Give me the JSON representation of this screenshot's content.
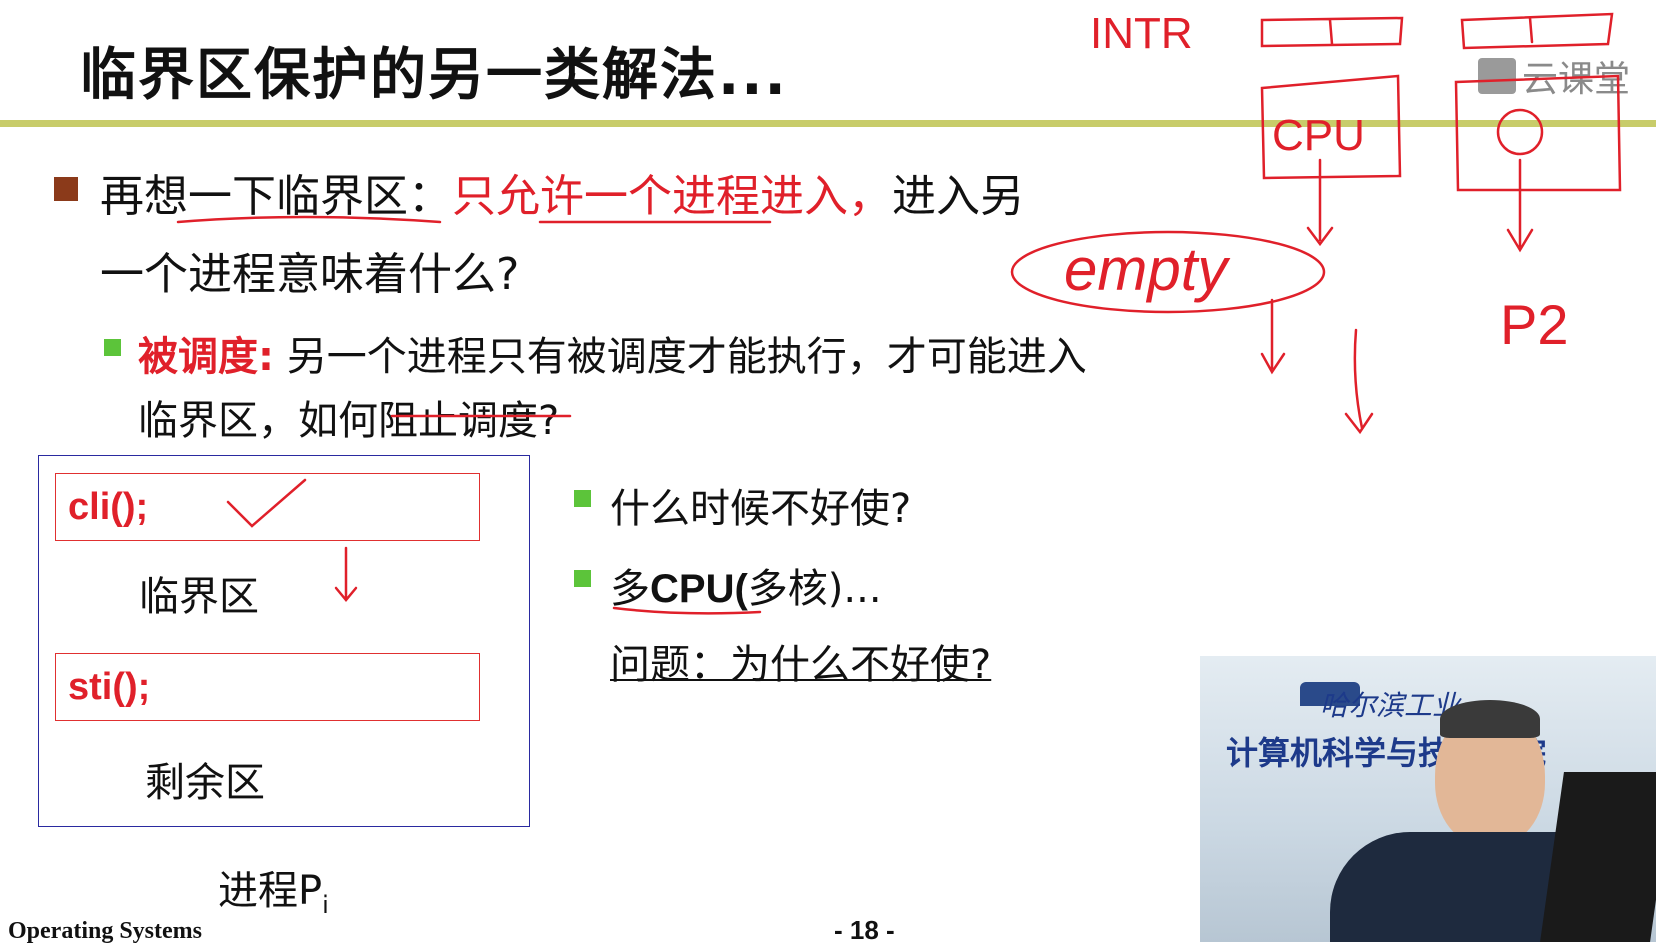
{
  "slide": {
    "title": "临界区保护的另一类解法...",
    "bullet1": {
      "p1": "再想一下临界区：",
      "p2_red": "只允许一个进程进入，",
      "p3": "进入另",
      "line2": "一个进程意味着什么?"
    },
    "sub1": {
      "label_red": "被调度:",
      "text1": "另一个进程只有被调度才能执行，才可能进入",
      "text2": "临界区，如何阻止调度?"
    },
    "code": {
      "cli": "cli();",
      "critical": "临界区",
      "sti": "sti();",
      "remainder": "剩余区",
      "process_label": "进程P",
      "process_sub": "i"
    },
    "sub2": "什么时候不好使?",
    "sub3": {
      "p1": "多",
      "p2": "CPU(",
      "p3": "多核)...",
      "question": "问题：为什么不好使?"
    },
    "footer_left": "Operating Systems",
    "footer_page": "- 18 -"
  },
  "watermark": {
    "text": "云课堂"
  },
  "video": {
    "banner_top": "哈尔滨工业",
    "banner_main": "计算机科学与技术学院"
  },
  "annotations": {
    "intr": "INTR",
    "cpu": "CPU",
    "empty": "empty",
    "p2": "P2"
  }
}
